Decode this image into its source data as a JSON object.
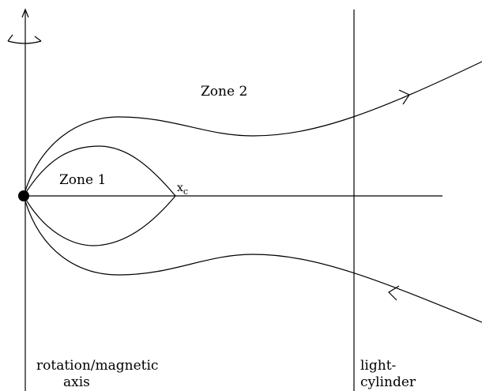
{
  "labels": {
    "zone1": "Zone 1",
    "zone2": "Zone 2",
    "xc_main": "x",
    "xc_sub": "c",
    "rotation_axis_line1": "rotation/magnetic",
    "rotation_axis_line2": "axis",
    "light_cylinder_line1": "light-",
    "light_cylinder_line2": "cylinder"
  }
}
